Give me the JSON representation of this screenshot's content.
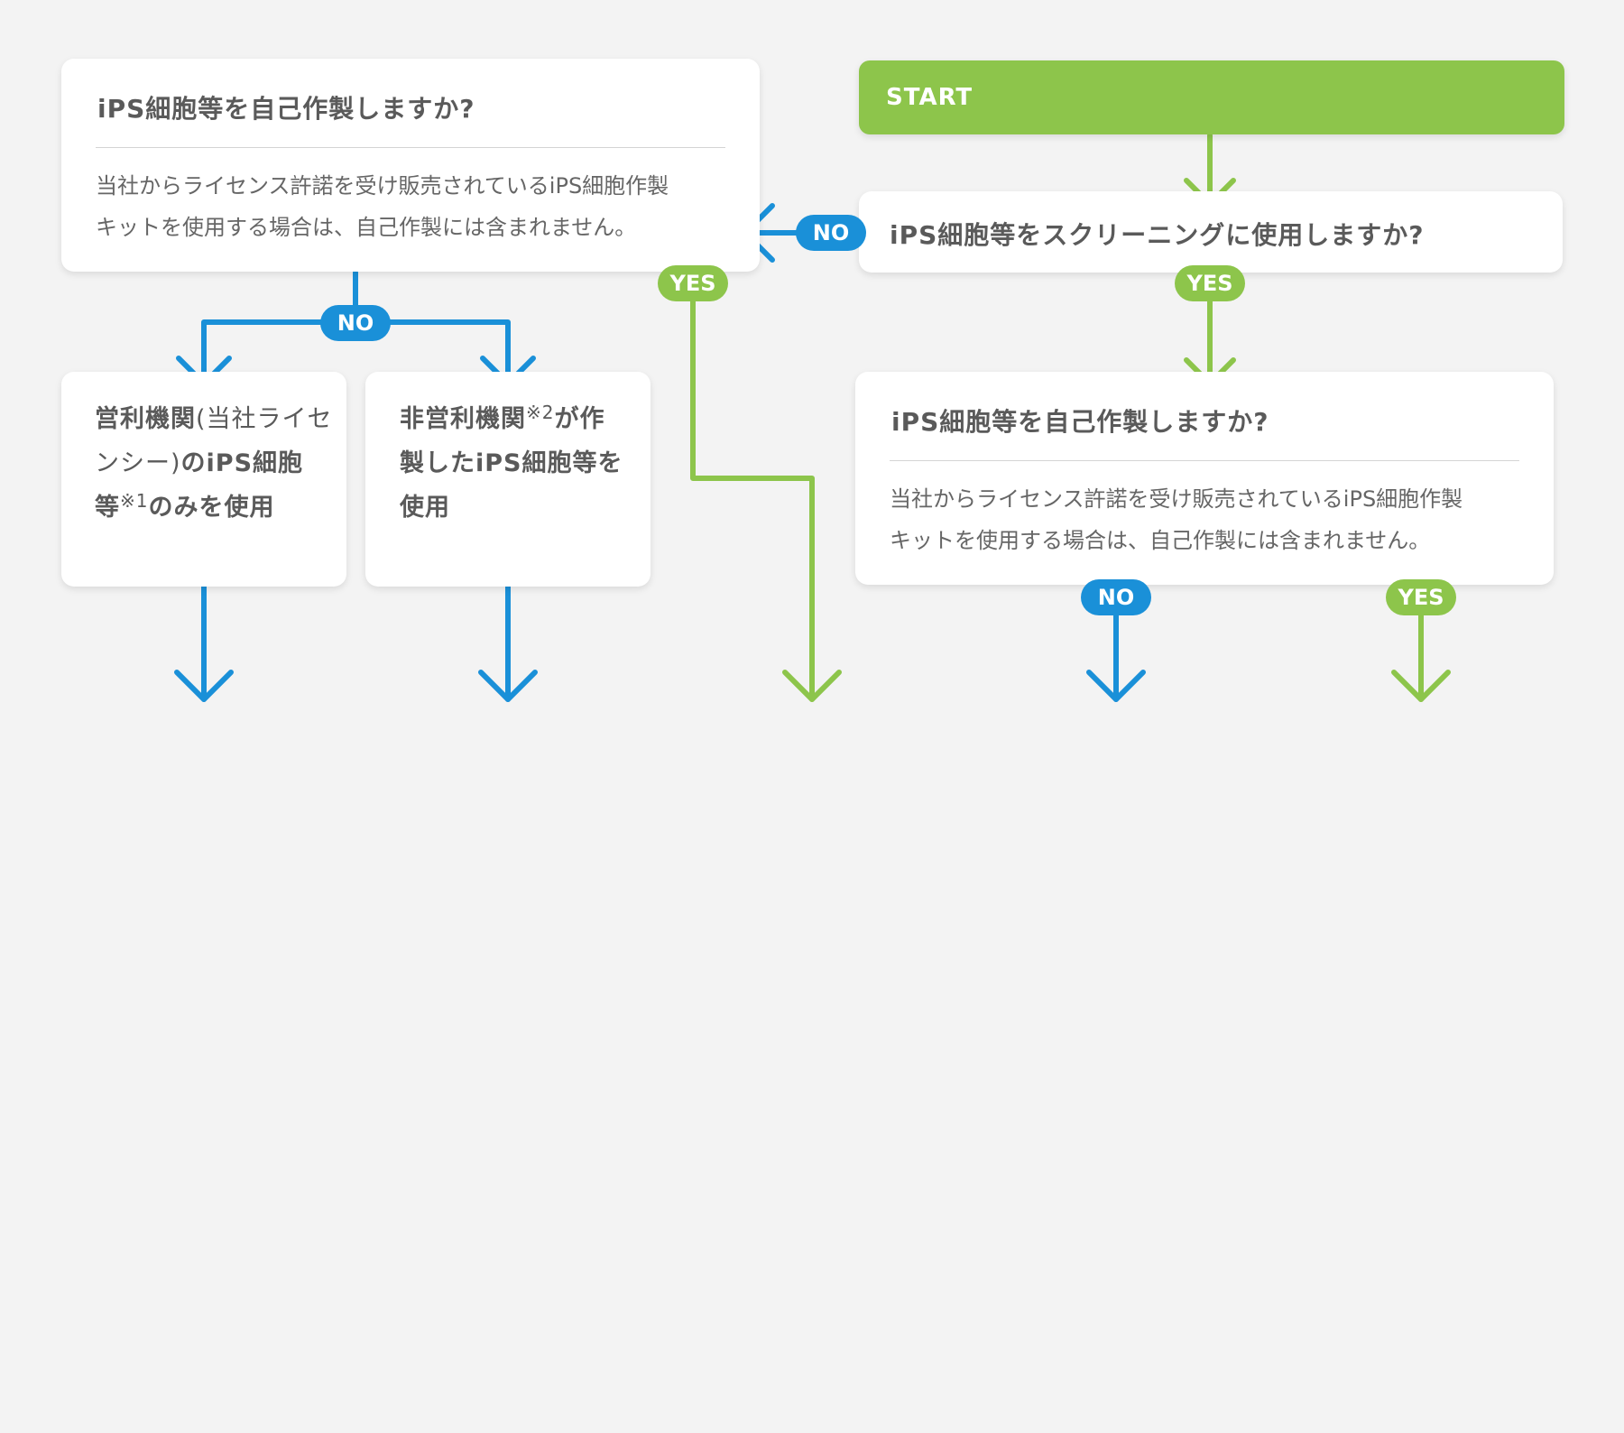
{
  "colors": {
    "no": "#1a90d8",
    "yes": "#8dc54b",
    "background": "#f3f3f3"
  },
  "start": {
    "label": "START"
  },
  "q_screening": {
    "title": "iPS細胞等をスクリーニングに使用しますか?"
  },
  "q_self_left": {
    "title": "iPS細胞等を自己作製しますか?",
    "note_line1": "当社からライセンス許諾を受け販売されているiPS細胞作製",
    "note_line2": "キットを使用する場合は、自己作製には含まれません。"
  },
  "q_self_right": {
    "title": "iPS細胞等を自己作製しますか?",
    "note_line1": "当社からライセンス許諾を受け販売されているiPS細胞作製",
    "note_line2": "キットを使用する場合は、自己作製には含まれません。"
  },
  "option_commercial": {
    "l1_bold": "営利機関",
    "l1_normal": "(当社ライセ",
    "l2_normal": "ンシー)",
    "l2_bold": "のiPS細胞",
    "l3_bold_a": "等",
    "l3_sup": "※1",
    "l3_bold_b": "のみを使用"
  },
  "option_noncommercial": {
    "l1_bold_a": "非営利機関",
    "l1_sup": "※2",
    "l1_bold_b": "が作",
    "l2_bold": "製したiPS細胞等を",
    "l3_bold": "使用"
  },
  "labels": {
    "screening_no": "NO",
    "screening_yes": "YES",
    "left_no": "NO",
    "left_yes": "YES",
    "right_no": "NO",
    "right_yes": "YES"
  }
}
